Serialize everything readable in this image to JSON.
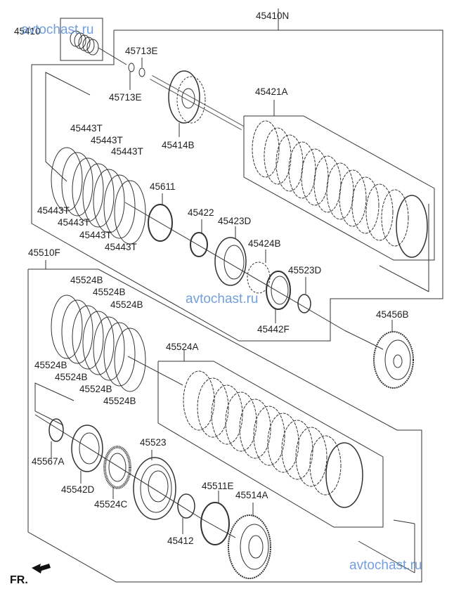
{
  "diagram": {
    "title": "Automatic transmission clutch assembly — exploded parts view",
    "front_marker": "FR.",
    "watermark": "avtochast.ru",
    "labels": {
      "top_left_partial": "45410",
      "l45410N": "45410N",
      "l45713E_a": "45713E",
      "l45713E_b": "45713E",
      "l45414B": "45414B",
      "l45421A": "45421A",
      "l45443T": [
        "45443T",
        "45443T",
        "45443T",
        "45443T",
        "45443T",
        "45443T",
        "45443T"
      ],
      "l45611": "45611",
      "l45422": "45422",
      "l45423D": "45423D",
      "l45424B": "45424B",
      "l45523D": "45523D",
      "l45442F": "45442F",
      "l45456B": "45456B",
      "l45510F": "45510F",
      "l45524B": [
        "45524B",
        "45524B",
        "45524B",
        "45524B",
        "45524B",
        "45524B",
        "45524B"
      ],
      "l45524A": "45524A",
      "l45567A": "45567A",
      "l45542D": "45542D",
      "l45523": "45523",
      "l45524C": "45524C",
      "l45511E": "45511E",
      "l45514A": "45514A",
      "l45412": "45412"
    }
  }
}
